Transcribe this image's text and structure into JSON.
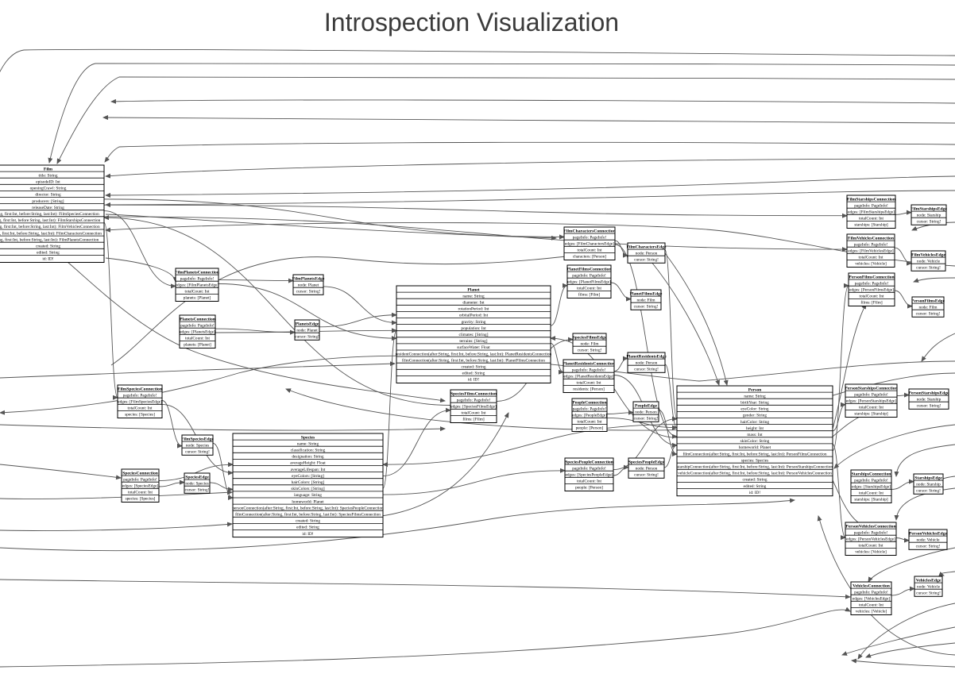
{
  "title": "Introspection Visualization",
  "colors": {
    "edge": "#555555",
    "node_border": "#000000",
    "text": "#000000",
    "title": "#3b3b3b"
  },
  "nodes": [
    {
      "id": "Film",
      "title": "Film",
      "fields": [
        "title: String",
        "episodeID: Int",
        "openingCrawl: String",
        "director: String",
        "producers: [String]",
        "releaseDate: String",
        "ing, first:Int, before:String, last:Int): FilmSpeciesConnection",
        "ing, first:Int, before:String, last:Int): FilmStarshipsConnection",
        "ing, first:Int, before:String, last:Int): FilmVehiclesConnection",
        "ing, first:Int, before:String, last:Int): FilmCharactersConnection",
        "ing, first:Int, before:String, last:Int): FilmPlanetsConnection",
        "created: String",
        "edited: String",
        "id: ID!"
      ]
    },
    {
      "id": "FilmPlanetsConnection",
      "title": "FilmPlanetsConnection",
      "fields": [
        "pageInfo: PageInfo!",
        "edges: [FilmPlanetsEdge]",
        "totalCount: Int",
        "planets: [Planet]"
      ]
    },
    {
      "id": "FilmPlanetsEdge",
      "title": "FilmPlanetsEdge",
      "fields": [
        "node: Planet",
        "cursor: String!"
      ]
    },
    {
      "id": "PlanetsConnection",
      "title": "PlanetsConnection",
      "fields": [
        "pageInfo: PageInfo!",
        "edges: [PlanetsEdge]",
        "totalCount: Int",
        "planets: [Planet]"
      ]
    },
    {
      "id": "PlanetsEdge",
      "title": "PlanetsEdge",
      "fields": [
        "node: Planet",
        "cursor: String!"
      ]
    },
    {
      "id": "Planet",
      "title": "Planet",
      "fields": [
        "name: String",
        "diameter: Int",
        "rotationPeriod: Int",
        "orbitalPeriod: Int",
        "gravity: String",
        "population: Int",
        "climates: [String]",
        "terrains: [String]",
        "surfaceWater: Float",
        "residentConnection(after:String, first:Int, before:String, last:Int): PlanetResidentsConnection",
        "filmConnection(after:String, first:Int, before:String, last:Int): PlanetFilmsConnection",
        "created: String",
        "edited: String",
        "id: ID!"
      ]
    },
    {
      "id": "FilmSpeciesConnection",
      "title": "FilmSpeciesConnection",
      "fields": [
        "pageInfo: PageInfo!",
        "edges: [FilmSpeciesEdge]",
        "totalCount: Int",
        "species: [Species]"
      ]
    },
    {
      "id": "FilmSpeciesEdge",
      "title": "FilmSpeciesEdge",
      "fields": [
        "node: Species",
        "cursor: String!"
      ]
    },
    {
      "id": "SpeciesConnection",
      "title": "SpeciesConnection",
      "fields": [
        "pageInfo: PageInfo!",
        "edges: [SpeciesEdge]",
        "totalCount: Int",
        "species: [Species]"
      ]
    },
    {
      "id": "SpeciesEdge",
      "title": "SpeciesEdge",
      "fields": [
        "node: Species",
        "cursor: String!"
      ]
    },
    {
      "id": "Species",
      "title": "Species",
      "fields": [
        "name: String",
        "classification: String",
        "designation: String",
        "averageHeight: Float",
        "averageLifespan: Int",
        "eyeColors: [String]",
        "hairColors: [String]",
        "skinColors: [String]",
        "language: String",
        "homeworld: Planet",
        "personConnection(after:String, first:Int, before:String, last:Int): SpeciesPeopleConnection",
        "filmConnection(after:String, first:Int, before:String, last:Int): SpeciesFilmsConnection",
        "created: String",
        "edited: String",
        "id: ID!"
      ]
    },
    {
      "id": "SpeciesFilmsConnection",
      "title": "SpeciesFilmsConnection",
      "fields": [
        "pageInfo: PageInfo!",
        "edges: [SpeciesFilmsEdge]",
        "totalCount: Int",
        "films: [Film]"
      ]
    },
    {
      "id": "FilmCharactersConnection",
      "title": "FilmCharactersConnection",
      "fields": [
        "pageInfo: PageInfo!",
        "edges: [FilmCharactersEdge]",
        "totalCount: Int",
        "characters: [Person]"
      ]
    },
    {
      "id": "FilmCharactersEdge",
      "title": "FilmCharactersEdge",
      "fields": [
        "node: Person",
        "cursor: String!"
      ]
    },
    {
      "id": "PlanetFilmsConnection",
      "title": "PlanetFilmsConnection",
      "fields": [
        "pageInfo: PageInfo!",
        "edges: [PlanetFilmsEdge]",
        "totalCount: Int",
        "films: [Film]"
      ]
    },
    {
      "id": "PlanetFilmsEdge",
      "title": "PlanetFilmsEdge",
      "fields": [
        "node: Film",
        "cursor: String!"
      ]
    },
    {
      "id": "SpeciesFilmsEdge",
      "title": "SpeciesFilmsEdge",
      "fields": [
        "node: Film",
        "cursor: String!"
      ]
    },
    {
      "id": "PlanetResidentsConnection",
      "title": "PlanetResidentsConnection",
      "fields": [
        "pageInfo: PageInfo!",
        "edges: [PlanetResidentsEdge]",
        "totalCount: Int",
        "residents: [Person]"
      ]
    },
    {
      "id": "PlanetResidentsEdge",
      "title": "PlanetResidentsEdge",
      "fields": [
        "node: Person",
        "cursor: String!"
      ]
    },
    {
      "id": "PeopleConnection",
      "title": "PeopleConnection",
      "fields": [
        "pageInfo: PageInfo!",
        "edges: [PeopleEdge]",
        "totalCount: Int",
        "people: [Person]"
      ]
    },
    {
      "id": "PeopleEdge",
      "title": "PeopleEdge",
      "fields": [
        "node: Person",
        "cursor: String!"
      ]
    },
    {
      "id": "SpeciesPeopleConnection",
      "title": "SpeciesPeopleConnection",
      "fields": [
        "pageInfo: PageInfo!",
        "edges: [SpeciesPeopleEdge]",
        "totalCount: Int",
        "people: [Person]"
      ]
    },
    {
      "id": "SpeciesPeopleEdge",
      "title": "SpeciesPeopleEdge",
      "fields": [
        "node: Person",
        "cursor: String!"
      ]
    },
    {
      "id": "Person",
      "title": "Person",
      "fields": [
        "name: String",
        "birthYear: String",
        "eyeColor: String",
        "gender: String",
        "hairColor: String",
        "height: Int",
        "mass: Int",
        "skinColor: String",
        "homeworld: Planet",
        "filmConnection(after:String, first:Int, before:String, last:Int): PersonFilmsConnection",
        "species: Species",
        "starshipConnection(after:String, first:Int, before:String, last:Int): PersonStarshipsConnection",
        "vehicleConnection(after:String, first:Int, before:String, last:Int): PersonVehiclesConnection",
        "created: String",
        "edited: String",
        "id: ID!"
      ]
    },
    {
      "id": "FilmStarshipsConnection",
      "title": "FilmStarshipsConnection",
      "fields": [
        "pageInfo: PageInfo!",
        "edges: [FilmStarshipsEdge]",
        "totalCount: Int",
        "starships: [Starship]"
      ]
    },
    {
      "id": "FilmStarshipsEdge",
      "title": "FilmStarshipsEdge",
      "fields": [
        "node: Starship",
        "cursor: String!"
      ]
    },
    {
      "id": "FilmVehiclesConnection",
      "title": "FilmVehiclesConnection",
      "fields": [
        "pageInfo: PageInfo!",
        "edges: [FilmVehiclesEdge]",
        "totalCount: Int",
        "vehicles: [Vehicle]"
      ]
    },
    {
      "id": "FilmVehiclesEdge",
      "title": "FilmVehiclesEdge",
      "fields": [
        "node: Vehicle",
        "cursor: String!"
      ]
    },
    {
      "id": "PersonFilmsConnection",
      "title": "PersonFilmsConnection",
      "fields": [
        "pageInfo: PageInfo!",
        "edges: [PersonFilmsEdge]",
        "totalCount: Int",
        "films: [Film]"
      ]
    },
    {
      "id": "PersonFilmsEdge",
      "title": "PersonFilmsEdge",
      "fields": [
        "node: Film",
        "cursor: String!"
      ]
    },
    {
      "id": "PersonStarshipsConnection",
      "title": "PersonStarshipsConnection",
      "fields": [
        "pageInfo: PageInfo!",
        "edges: [PersonStarshipsEdge]",
        "totalCount: Int",
        "starships: [Starship]"
      ]
    },
    {
      "id": "PersonStarshipsEdge",
      "title": "PersonStarshipsEdge",
      "fields": [
        "node: Starship",
        "cursor: String!"
      ]
    },
    {
      "id": "StarshipsConnection",
      "title": "StarshipsConnection",
      "fields": [
        "pageInfo: PageInfo!",
        "edges: [StarshipsEdge]",
        "totalCount: Int",
        "starships: [Starship]"
      ]
    },
    {
      "id": "StarshipsEdge",
      "title": "StarshipsEdge",
      "fields": [
        "node: Starship",
        "cursor: String!"
      ]
    },
    {
      "id": "PersonVehiclesConnection",
      "title": "PersonVehiclesConnection",
      "fields": [
        "pageInfo: PageInfo!",
        "edges: [PersonVehiclesEdge]",
        "totalCount: Int",
        "vehicles: [Vehicle]"
      ]
    },
    {
      "id": "PersonVehiclesEdge",
      "title": "PersonVehiclesEdge",
      "fields": [
        "node: Vehicle",
        "cursor: String!"
      ]
    },
    {
      "id": "VehiclesConnection",
      "title": "VehiclesConnection",
      "fields": [
        "pageInfo: PageInfo!",
        "edges: [VehiclesEdge]",
        "totalCount: Int",
        "vehicles: [Vehicle]"
      ]
    },
    {
      "id": "VehiclesEdge",
      "title": "VehiclesEdge",
      "fields": [
        "node: Vehicle",
        "cursor: String!"
      ]
    }
  ],
  "edges": [
    [
      "FilmPlanetsConnection",
      "FilmPlanetsEdge"
    ],
    [
      "FilmPlanetsConnection",
      "Planet"
    ],
    [
      "FilmPlanetsEdge",
      "Planet"
    ],
    [
      "PlanetsConnection",
      "PlanetsEdge"
    ],
    [
      "PlanetsConnection",
      "Planet"
    ],
    [
      "PlanetsEdge",
      "Planet"
    ],
    [
      "FilmSpeciesConnection",
      "FilmSpeciesEdge"
    ],
    [
      "FilmSpeciesConnection",
      "Species"
    ],
    [
      "FilmSpeciesEdge",
      "Species"
    ],
    [
      "SpeciesConnection",
      "SpeciesEdge"
    ],
    [
      "SpeciesConnection",
      "Species"
    ],
    [
      "SpeciesEdge",
      "Species"
    ],
    [
      "Species",
      "SpeciesPeopleConnection"
    ],
    [
      "Species",
      "SpeciesFilmsConnection"
    ],
    [
      "Species",
      "Planet"
    ],
    [
      "SpeciesFilmsConnection",
      "SpeciesFilmsEdge"
    ],
    [
      "SpeciesFilmsConnection",
      "Film"
    ],
    [
      "Planet",
      "PlanetResidentsConnection"
    ],
    [
      "Planet",
      "PlanetFilmsConnection"
    ],
    [
      "PlanetFilmsConnection",
      "PlanetFilmsEdge"
    ],
    [
      "PlanetResidentsConnection",
      "PlanetResidentsEdge"
    ],
    [
      "PlanetResidentsConnection",
      "Person"
    ],
    [
      "PlanetResidentsEdge",
      "Person"
    ],
    [
      "FilmCharactersConnection",
      "FilmCharactersEdge"
    ],
    [
      "FilmCharactersConnection",
      "Person"
    ],
    [
      "FilmCharactersEdge",
      "Person"
    ],
    [
      "PeopleConnection",
      "PeopleEdge"
    ],
    [
      "PeopleConnection",
      "Person"
    ],
    [
      "PeopleEdge",
      "Person"
    ],
    [
      "SpeciesPeopleConnection",
      "SpeciesPeopleEdge"
    ],
    [
      "SpeciesPeopleConnection",
      "Person"
    ],
    [
      "SpeciesPeopleEdge",
      "Person"
    ],
    [
      "Person",
      "PersonFilmsConnection"
    ],
    [
      "Person",
      "PersonStarshipsConnection"
    ],
    [
      "Person",
      "PersonVehiclesConnection"
    ],
    [
      "Person",
      "Species"
    ],
    [
      "Person",
      "Planet"
    ],
    [
      "Film",
      "FilmSpeciesConnection"
    ],
    [
      "Film",
      "FilmStarshipsConnection"
    ],
    [
      "Film",
      "FilmVehiclesConnection"
    ],
    [
      "Film",
      "FilmCharactersConnection"
    ],
    [
      "Film",
      "FilmPlanetsConnection"
    ],
    [
      "FilmStarshipsConnection",
      "FilmStarshipsEdge"
    ],
    [
      "FilmVehiclesConnection",
      "FilmVehiclesEdge"
    ],
    [
      "PersonFilmsConnection",
      "PersonFilmsEdge"
    ],
    [
      "PersonStarshipsConnection",
      "PersonStarshipsEdge"
    ],
    [
      "PersonVehiclesConnection",
      "PersonVehiclesEdge"
    ],
    [
      "StarshipsConnection",
      "StarshipsEdge"
    ],
    [
      "VehiclesConnection",
      "VehiclesEdge"
    ]
  ]
}
